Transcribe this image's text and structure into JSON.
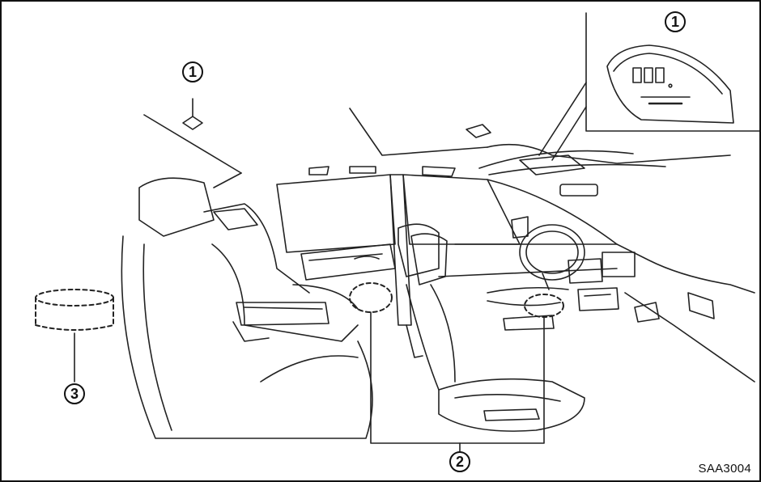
{
  "callouts": {
    "c1_left": "1",
    "c1_inset": "1",
    "c2": "2",
    "c3": "3"
  },
  "figure_code": "SAA3004"
}
